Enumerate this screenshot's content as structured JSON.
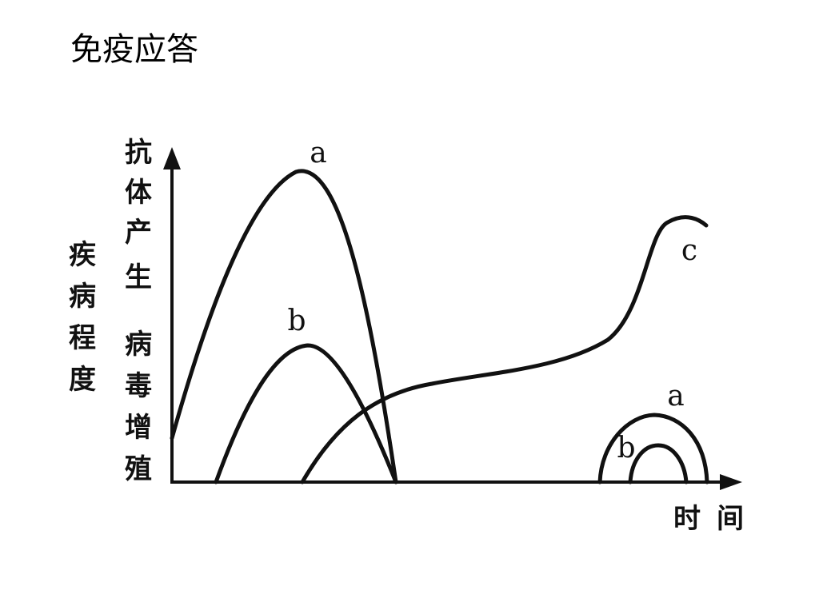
{
  "title": "免疫应答",
  "diagram": {
    "y_axis_label_antibody_chars": [
      "抗",
      "体",
      "产",
      "生"
    ],
    "y_axis_label_virus_chars": [
      "病",
      "毒",
      "增",
      "殖"
    ],
    "y_axis_label_disease_chars": [
      "疾",
      "病",
      "程",
      "度"
    ],
    "x_axis_label_chars": [
      "时",
      "间"
    ],
    "curve_labels": {
      "a_first": "a",
      "b_first": "b",
      "c": "c",
      "a_second": "a",
      "b_second": "b"
    }
  }
}
